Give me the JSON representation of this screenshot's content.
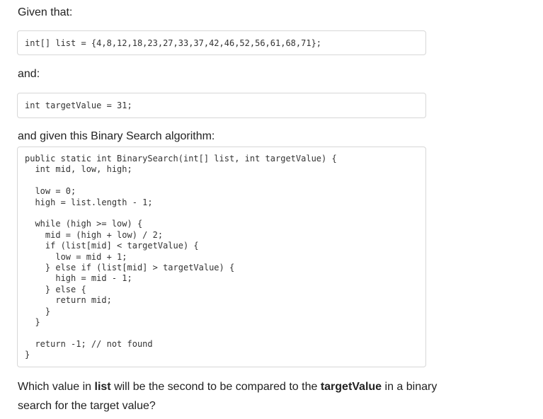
{
  "intro": {
    "given": "Given that:",
    "and": "and:",
    "algorithm_intro": "and given this Binary Search algorithm:"
  },
  "code": {
    "list_decl": "int[] list = {4,8,12,18,23,27,33,37,42,46,52,56,61,68,71};",
    "target_decl": "int targetValue = 31;",
    "algorithm": "public static int BinarySearch(int[] list, int targetValue) {\n  int mid, low, high;\n\n  low = 0;\n  high = list.length - 1;\n\n  while (high >= low) {\n    mid = (high + low) / 2;\n    if (list[mid] < targetValue) {\n      low = mid + 1;\n    } else if (list[mid] > targetValue) {\n      high = mid - 1;\n    } else {\n      return mid;\n    }\n  }\n\n  return -1; // not found\n}"
  },
  "question": {
    "part1": "Which value in ",
    "bold1": "list",
    "part2": " will be the second to be compared to the ",
    "bold2": "targetValue",
    "part3": " in a binary search for the target value?"
  }
}
